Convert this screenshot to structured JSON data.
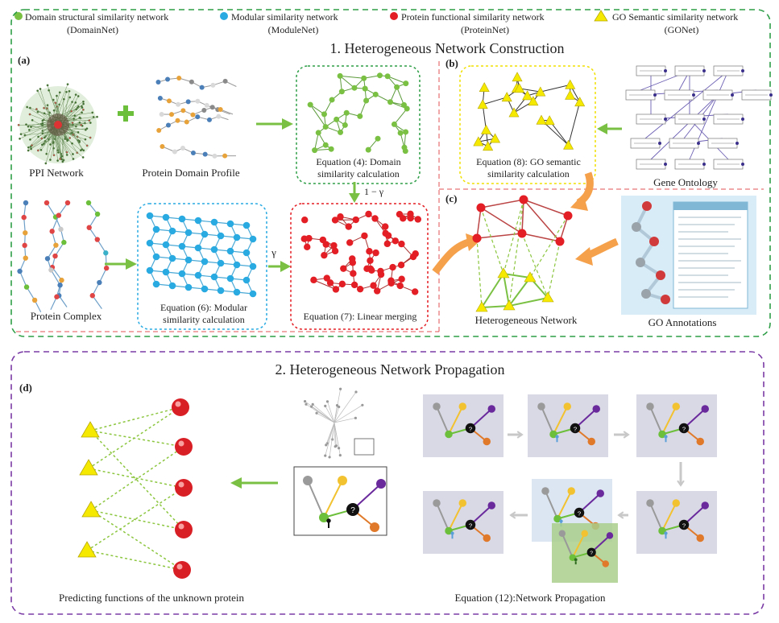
{
  "legend": [
    {
      "title": "Domain structural similarity network",
      "sub": "(DomainNet)",
      "color": "#7ac143",
      "shape": "circle"
    },
    {
      "title": "Modular similarity network",
      "sub": "(ModuleNet)",
      "color": "#29abe2",
      "shape": "circle"
    },
    {
      "title": "Protein functional similarity network",
      "sub": "(ProteinNet)",
      "color": "#e31e24",
      "shape": "circle"
    },
    {
      "title": "GO Semantic similarity network",
      "sub": "(GONet)",
      "color": "#f5e900",
      "shape": "triangle"
    }
  ],
  "section1": {
    "title": "1. Heterogeneous Network Construction",
    "panel_a": "(a)",
    "panel_b": "(b)",
    "panel_c": "(c)",
    "ppi_label": "PPI Network",
    "domain_profile_label": "Protein Domain Profile",
    "eq4_line1": "Equation (4): Domain",
    "eq4_line2": "similarity calculation",
    "one_minus_gamma": "1 − γ",
    "gamma": "γ",
    "complex_label": "Protein Complex",
    "eq6_line1": "Equation (6): Modular",
    "eq6_line2": "similarity calculation",
    "eq7": "Equation (7): Linear merging",
    "eq8_line1": "Equation (8): GO semantic",
    "eq8_line2": "similarity calculation",
    "gene_ontology": "Gene Ontology",
    "het_network": "Heterogeneous Network",
    "go_annotations": "GO Annotations"
  },
  "section2": {
    "title": "2. Heterogeneous Network Propagation",
    "panel_d": "(d)",
    "predict_label": "Predicting functions of the unknown protein",
    "eq12": "Equation (12):Network Propagation",
    "unknown_mark": "?"
  }
}
